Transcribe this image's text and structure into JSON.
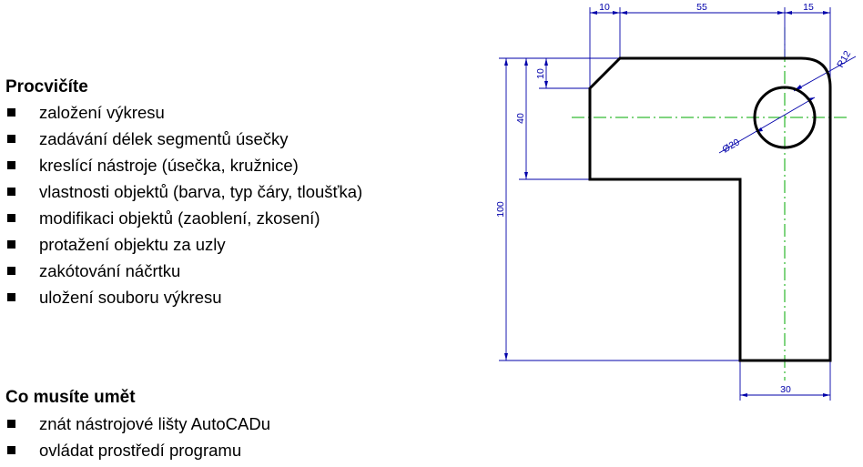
{
  "section1": {
    "heading": "Procvičíte",
    "items": [
      "založení výkresu",
      "zadávání délek segmentů úsečky",
      "kreslící nástroje (úsečka, kružnice)",
      "vlastnosti objektů (barva, typ čáry, tloušťka)",
      "modifikaci objektů (zaoblení, zkosení)",
      "protažení objektu za uzly",
      "zakótování náčrtku",
      "uložení souboru výkresu"
    ]
  },
  "section2": {
    "heading": "Co musíte umět",
    "items": [
      "znát nástrojové lišty AutoCADu",
      "ovládat prostředí programu"
    ]
  },
  "drawing": {
    "dimensions": {
      "top_left": "10",
      "top_middle": "55",
      "top_right": "15",
      "chamfer_height": "10",
      "inner_height": "40",
      "total_height": "100",
      "bottom_width": "30",
      "radius": "R12",
      "diameter": "Ø20"
    },
    "colors": {
      "outline": "#000000",
      "dimension": "#0000aa",
      "centerline": "#00aa00"
    }
  }
}
